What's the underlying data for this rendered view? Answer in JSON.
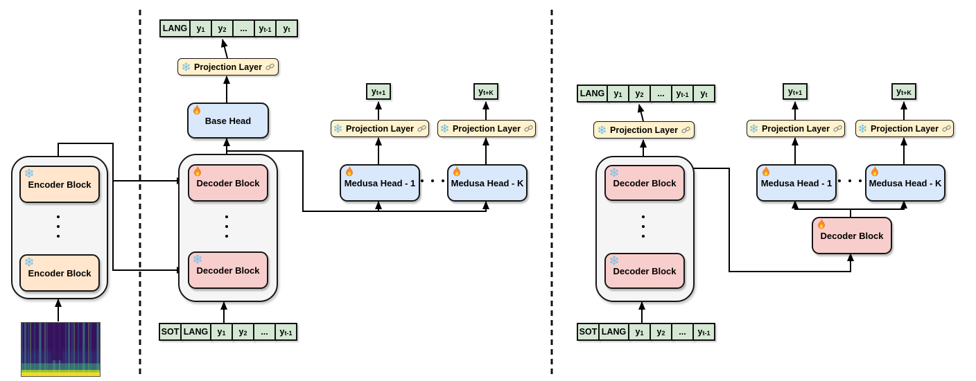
{
  "diagram": {
    "labels": {
      "encoder_block": "Encoder Block",
      "decoder_block": "Decoder Block",
      "base_head": "Base Head",
      "projection_layer": "Projection Layer",
      "medusa_head_1": "Medusa Head - 1",
      "medusa_head_k": "Medusa Head - K"
    },
    "tokens": {
      "output": [
        {
          "base": "LANG",
          "sub": ""
        },
        {
          "base": "y",
          "sub": "1"
        },
        {
          "base": "y",
          "sub": "2"
        },
        {
          "base": "...",
          "sub": ""
        },
        {
          "base": "y",
          "sub": "t-1"
        },
        {
          "base": "y",
          "sub": "t"
        }
      ],
      "input": [
        {
          "base": "SOT",
          "sub": ""
        },
        {
          "base": "LANG",
          "sub": ""
        },
        {
          "base": "y",
          "sub": "1"
        },
        {
          "base": "y",
          "sub": "2"
        },
        {
          "base": "...",
          "sub": ""
        },
        {
          "base": "y",
          "sub": "t-1"
        }
      ],
      "y_next": {
        "base": "y",
        "sub": "t+1"
      },
      "y_plus_k": {
        "base": "y",
        "sub": "t+K"
      }
    },
    "icons": {
      "frozen": "snowflake-icon",
      "trainable": "fire-icon",
      "tied_weights": "chain-link-icon"
    },
    "colors": {
      "encoder_fill": "#FFE6CC",
      "decoder_fill": "#F8CECC",
      "head_fill": "#DAE8FC",
      "projection_fill": "#FFF2CC",
      "token_fill": "#D5E8D4",
      "container_fill": "#F5F5F5",
      "wire": "#000000",
      "snowflake": "#7EC3EA",
      "flame_outer": "#FF8A1E",
      "flame_inner": "#FFD43B",
      "chain": "#8A8A8A"
    }
  }
}
